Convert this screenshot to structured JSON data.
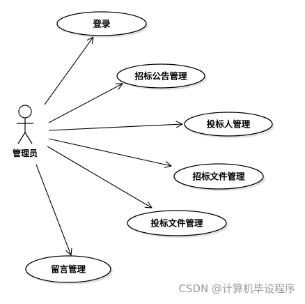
{
  "actor": {
    "label": "管理员"
  },
  "use_cases": [
    {
      "id": "login",
      "label": "登录"
    },
    {
      "id": "bid-notice",
      "label": "招标公告管理"
    },
    {
      "id": "bidder",
      "label": "投标人管理"
    },
    {
      "id": "bid-doc",
      "label": "招标文件管理"
    },
    {
      "id": "tender-doc",
      "label": "投标文件管理"
    },
    {
      "id": "message",
      "label": "留言管理"
    }
  ],
  "watermark": "CSDN @计算机毕设程序",
  "colors": {
    "stroke": "#000000",
    "background": "#ffffff",
    "watermark": "#9a9a9a"
  }
}
